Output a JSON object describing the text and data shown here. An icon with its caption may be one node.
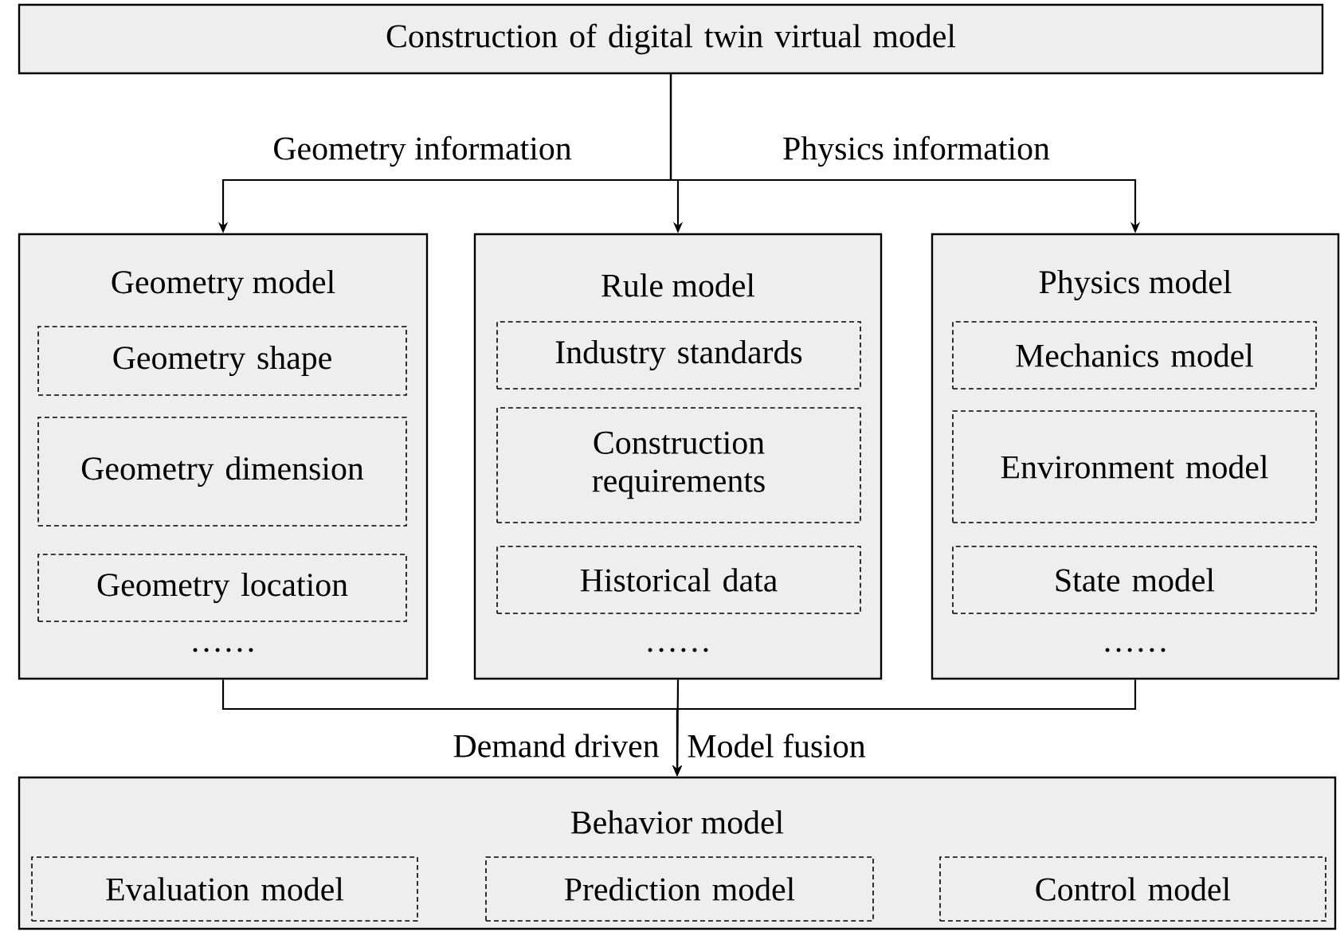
{
  "diagram": {
    "nodes": [
      {
        "text": [
          "Construction of digital twin virtual model"
        ]
      },
      {
        "text": [
          "Geometry model",
          "……"
        ]
      },
      {
        "text": [
          "Geometry shape"
        ],
        "in": 1
      },
      {
        "text": [
          "Geometry dimension"
        ],
        "in": 1
      },
      {
        "text": [
          "Geometry location"
        ],
        "in": 1
      },
      {
        "text": [
          "Rule model",
          "……"
        ]
      },
      {
        "text": [
          "Industry standards"
        ],
        "in": 5
      },
      {
        "text": [
          "Construction requirements"
        ],
        "in": 5
      },
      {
        "text": [
          "Historical data"
        ],
        "in": 5
      },
      {
        "text": [
          "Physics model",
          "……"
        ]
      },
      {
        "text": [
          "Mechanics model"
        ],
        "in": 9
      },
      {
        "text": [
          "Environment model"
        ],
        "in": 9
      },
      {
        "text": [
          "State model"
        ],
        "in": 9
      },
      {
        "text": [
          "Behavior model"
        ]
      },
      {
        "text": [
          "Evaluation model"
        ],
        "in": 13
      },
      {
        "text": [
          "Prediction model"
        ],
        "in": 13
      },
      {
        "text": [
          "Control model"
        ],
        "in": 13
      }
    ],
    "edges": [
      {
        "from": 0,
        "to": 1,
        "arrow": "to",
        "label": "Geometry information"
      },
      {
        "from": 0,
        "to": 5,
        "arrow": "to"
      },
      {
        "from": 0,
        "to": 9,
        "arrow": "to",
        "label": "Physics information"
      },
      {
        "from": 1,
        "to": 13,
        "arrow": "to",
        "label": "Demand driven"
      },
      {
        "from": 5,
        "to": 13,
        "arrow": "to"
      },
      {
        "from": 9,
        "to": 13,
        "arrow": "to",
        "label": "Model fusion"
      }
    ]
  }
}
